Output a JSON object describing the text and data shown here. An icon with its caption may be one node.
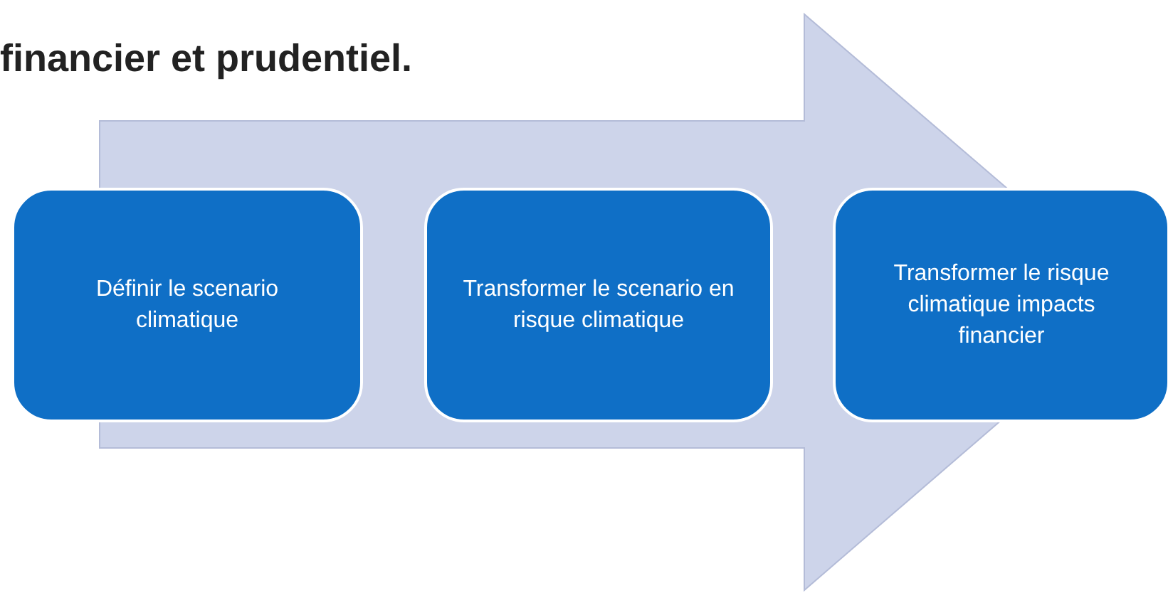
{
  "diagram": {
    "nodes": [
      {
        "text": [
          "Définir le scenario climatique"
        ]
      },
      {
        "text": [
          "Transformer le scenario en risque climatique"
        ]
      },
      {
        "text": [
          "Transformer le risque climatique impacts financier"
        ]
      }
    ],
    "edges": [
      {
        "from": 0,
        "to": 2,
        "arrow": "to"
      }
    ],
    "labels": [
      "financier et prudentiel."
    ]
  }
}
